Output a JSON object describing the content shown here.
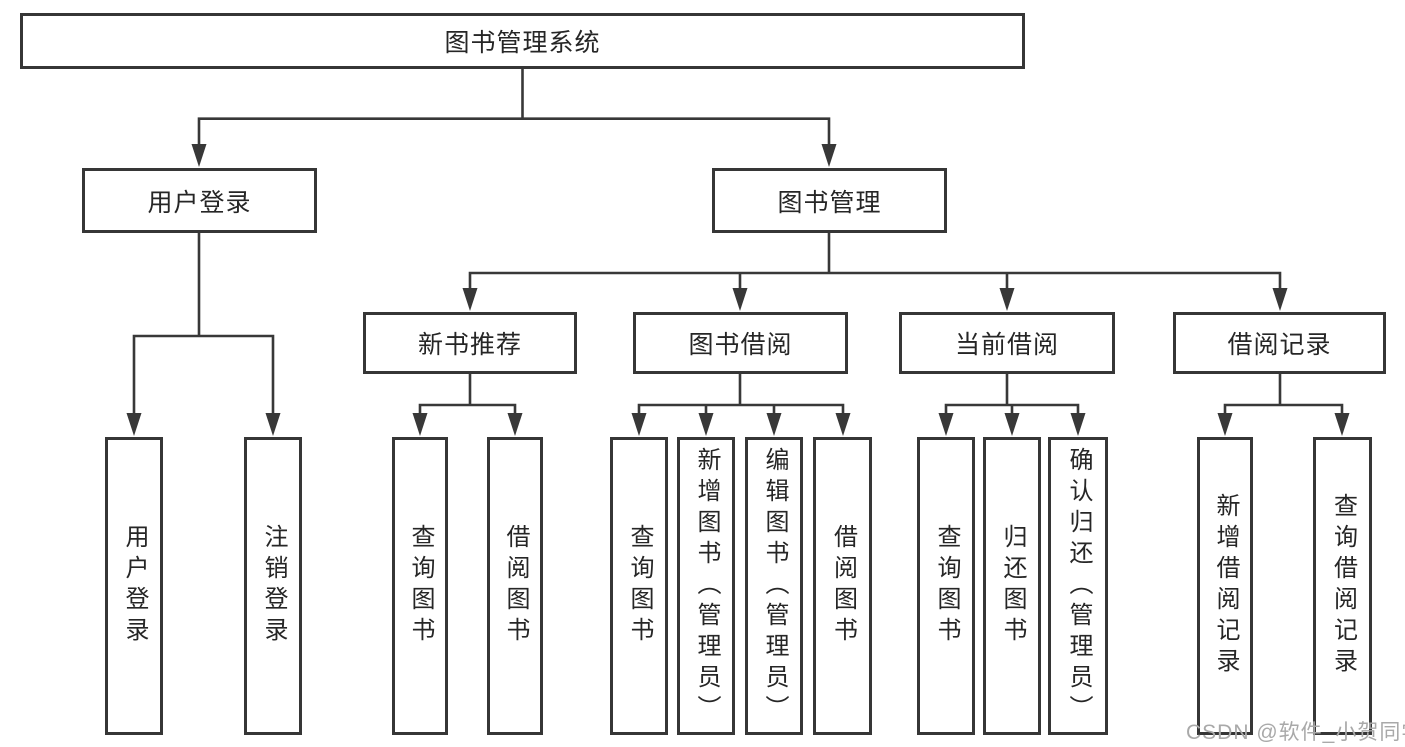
{
  "nodes": {
    "root": "图书管理系统",
    "user_login": "用户登录",
    "book_mgmt": "图书管理",
    "new_book_rec": "新书推荐",
    "book_borrow": "图书借阅",
    "current_borrow": "当前借阅",
    "borrow_records": "借阅记录",
    "ul_user_login": "用户登录",
    "ul_logout": "注销登录",
    "nb_query_books": "查询图书",
    "nb_borrow_books": "借阅图书",
    "bb_query_books": "查询图书",
    "bb_add_book_admin": "新增图书（管理员）",
    "bb_edit_book_admin": "编辑图书（管理员）",
    "bb_borrow_books": "借阅图书",
    "cb_query_books": "查询图书",
    "cb_return_book": "归还图书",
    "cb_confirm_return_admin": "确认归还（管理员）",
    "br_add_record": "新增借阅记录",
    "br_query_record": "查询借阅记录"
  },
  "hierarchy": {
    "图书管理系统": {
      "用户登录": [
        "用户登录",
        "注销登录"
      ],
      "图书管理": {
        "新书推荐": [
          "查询图书",
          "借阅图书"
        ],
        "图书借阅": [
          "查询图书",
          "新增图书（管理员）",
          "编辑图书（管理员）",
          "借阅图书"
        ],
        "当前借阅": [
          "查询图书",
          "归还图书",
          "确认归还（管理员）"
        ],
        "借阅记录": [
          "新增借阅记录",
          "查询借阅记录"
        ]
      }
    }
  },
  "watermark": "CSDN @软件_小贺同学",
  "colors": {
    "line": "#383838",
    "box_border": "#363636",
    "text": "#262626",
    "watermark": "#a9a9a9",
    "background": "#ffffff"
  }
}
